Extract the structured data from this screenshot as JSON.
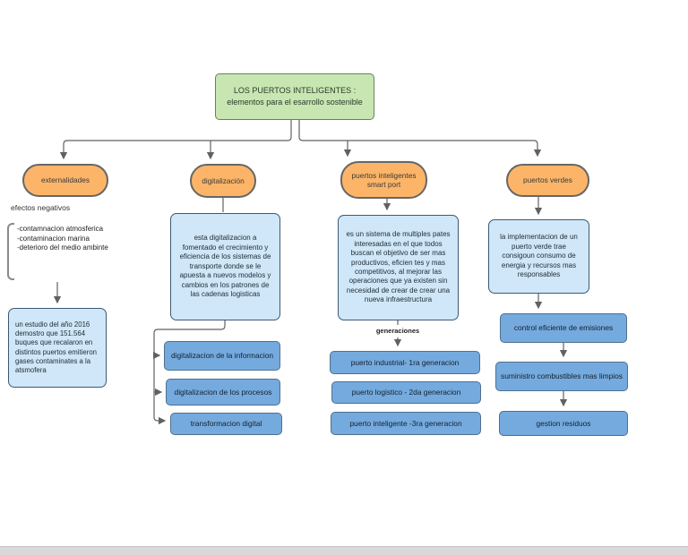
{
  "title": {
    "text": "LOS PUERTOS INTELIGENTES : elementos para el esarrollo sostenible"
  },
  "colors": {
    "title_fill": "#c8e6b1",
    "title_border": "#66815a",
    "topic_fill": "#fcb568",
    "topic_border": "#666666",
    "description_fill": "#cfe7f8",
    "description_border": "#3c5a74",
    "item_fill": "#74aade",
    "item_border": "#50708e",
    "connector": "#616161"
  },
  "branches": {
    "externalidades": {
      "label": "externalidades",
      "note": "efectos negativos",
      "effects": "-contamnacion atmosferica\n-contaminacion marina\n-deterioro del medio ambinte",
      "study": "un estudio del año 2016 demostro que 151.564 buques que recalaron en distintos puertos emitieron gases contaminates a la atsmofera"
    },
    "digitalizacion": {
      "label": "digitalización",
      "description": "esta digitalizacion a fomentado el crecimiento y eficiencia de los sistemas de transporte donde se le apuesta a nuevos modelos y cambios en los patrones de las cadenas logisticas",
      "items": [
        "digitalizacion de la informacion",
        "digitalizacion de los procesos",
        "transformacion digital"
      ]
    },
    "smart_port": {
      "label": "puertos inteligentes smart port",
      "description": "es un sistema de multiples pates interesadas en el que todos buscan el objetivo de ser mas productivos, eficien tes y mas competitivos, al mejorar las operaciones que ya existen sin necesidad de crear de crear una nueva infraestructura",
      "sublabel": "generaciones",
      "items": [
        "puerto industrial- 1ra generacion",
        "puerto logistico - 2da generacion",
        "puerto inteligente -3ra generacion"
      ]
    },
    "puertos_verdes": {
      "label": "puertos verdes",
      "description": "la implementacion de un puerto verde trae consigoun consumo de energia y recursos mas responsables",
      "items": [
        "control eficiente de emisiones",
        "suministro combustibles mas limpios",
        "gestion residuos"
      ]
    }
  }
}
